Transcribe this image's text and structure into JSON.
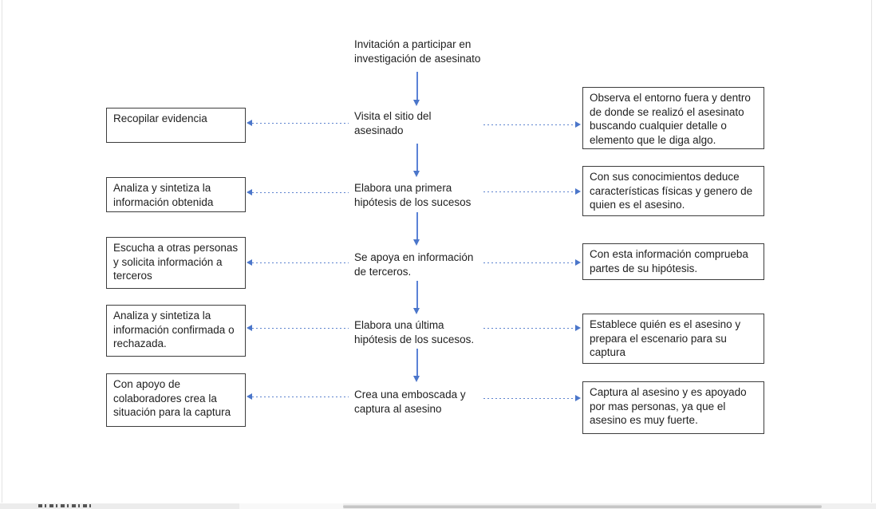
{
  "colors": {
    "accent_blue": "#4472C4",
    "box_border": "#3d3d3d",
    "text": "#1f1f1f",
    "scrollbar_thumb": "#c6c6c6"
  },
  "flowchart": {
    "start": "Invitación a participar en\ninvestigación de asesinato",
    "rows": [
      {
        "left": "Recopilar evidencia",
        "center": "Visita el sitio del\nasesinado",
        "right": "Observa el entorno fuera y dentro\nde donde se realizó el asesinato\nbuscando cualquier detalle o\nelemento que le diga algo."
      },
      {
        "left": "Analiza y sintetiza la\ninformación obtenida",
        "center": "Elabora una primera\nhipótesis de los sucesos",
        "right": "Con sus conocimientos deduce\ncaracterísticas físicas y genero de\nquien es el asesino."
      },
      {
        "left": "Escucha a otras personas\ny solicita información a\nterceros",
        "center": "Se apoya en información\nde terceros.",
        "right": "Con esta información comprueba\npartes de su hipótesis."
      },
      {
        "left": "Analiza y sintetiza la\ninformación confirmada o\nrechazada.",
        "center": "Elabora una última\nhipótesis de los sucesos.",
        "right": "Establece quién es el asesino y\nprepara el escenario para su\ncaptura"
      },
      {
        "left": "Con apoyo de\ncolaboradores crea la\nsituación para la captura",
        "center": "Crea una emboscada y\ncaptura al asesino",
        "right": "Captura al asesino y es apoyado\npor mas personas, ya que el\nasesino es muy fuerte."
      }
    ]
  }
}
